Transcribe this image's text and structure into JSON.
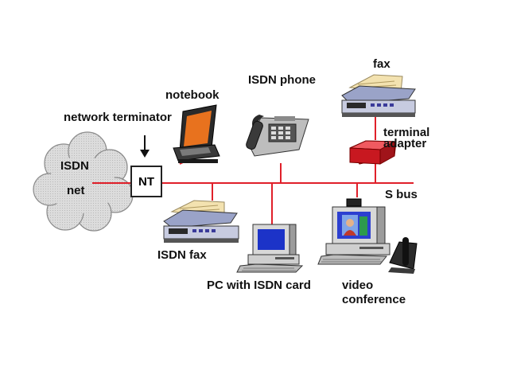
{
  "labels": {
    "isdn_net_line1": "ISDN",
    "isdn_net_line2": "net",
    "nt": "NT",
    "network_terminator": "network terminator",
    "notebook": "notebook",
    "isdn_phone": "ISDN phone",
    "fax": "fax",
    "terminal_adapter_line1": "terminal",
    "terminal_adapter_line2": "adapter",
    "s_bus": "S bus",
    "isdn_fax": "ISDN fax",
    "pc_with_isdn_card": "PC with ISDN card",
    "video_conference_line1": "video",
    "video_conference_line2": "conference"
  },
  "colors": {
    "bus_line": "#e0202a",
    "terminal_adapter": "#d8202a",
    "cloud": "#d9d9d9",
    "screen": "#1c33c8"
  },
  "icons": [
    "cloud-icon",
    "arrow-down-icon",
    "notebook-icon",
    "phone-icon",
    "fax-icon",
    "terminal-adapter-icon",
    "pc-icon",
    "video-conference-icon"
  ]
}
